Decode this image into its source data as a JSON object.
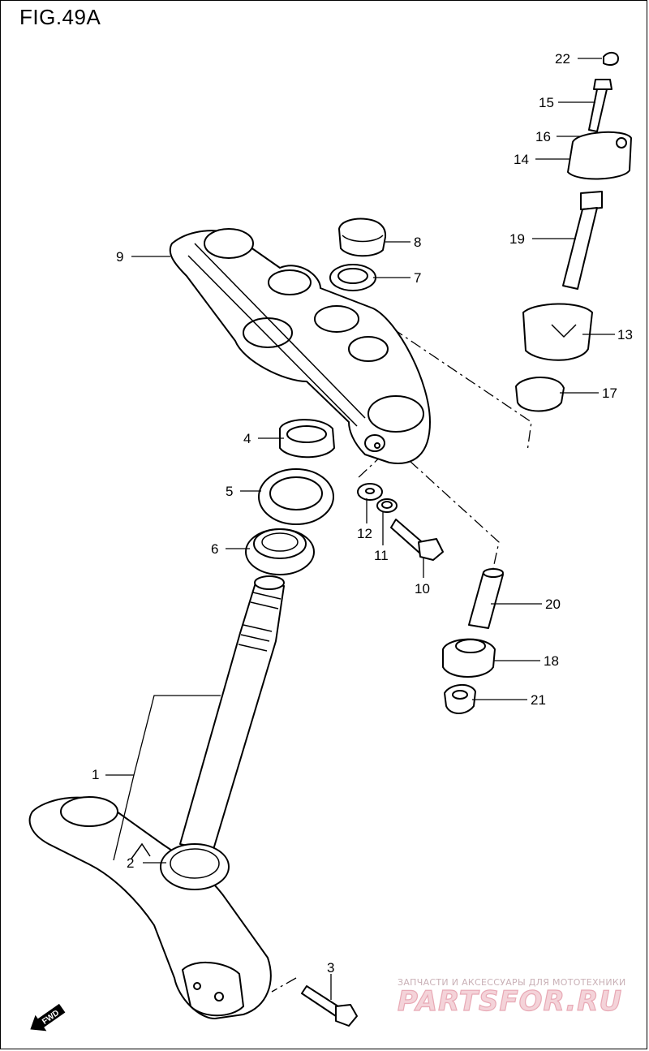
{
  "figure": {
    "title": "FIG.49A"
  },
  "callouts": [
    {
      "id": "1",
      "label": "1"
    },
    {
      "id": "2",
      "label": "2"
    },
    {
      "id": "3",
      "label": "3"
    },
    {
      "id": "4",
      "label": "4"
    },
    {
      "id": "5",
      "label": "5"
    },
    {
      "id": "6",
      "label": "6"
    },
    {
      "id": "7",
      "label": "7"
    },
    {
      "id": "8",
      "label": "8"
    },
    {
      "id": "9",
      "label": "9"
    },
    {
      "id": "10",
      "label": "10"
    },
    {
      "id": "11",
      "label": "11"
    },
    {
      "id": "12",
      "label": "12"
    },
    {
      "id": "13",
      "label": "13"
    },
    {
      "id": "14",
      "label": "14"
    },
    {
      "id": "15",
      "label": "15"
    },
    {
      "id": "16",
      "label": "16"
    },
    {
      "id": "17",
      "label": "17"
    },
    {
      "id": "18",
      "label": "18"
    },
    {
      "id": "19",
      "label": "19"
    },
    {
      "id": "20",
      "label": "20"
    },
    {
      "id": "21",
      "label": "21"
    },
    {
      "id": "22",
      "label": "22"
    }
  ],
  "fwd_badge": {
    "text": "FWD",
    "icon": "forward-arrow-icon"
  },
  "watermark": {
    "subtitle": "ЗАПЧАСТИ И АКСЕССУАРЫ ДЛЯ МОТОТЕХНИКИ",
    "brand": "PARTSFOR.RU"
  }
}
